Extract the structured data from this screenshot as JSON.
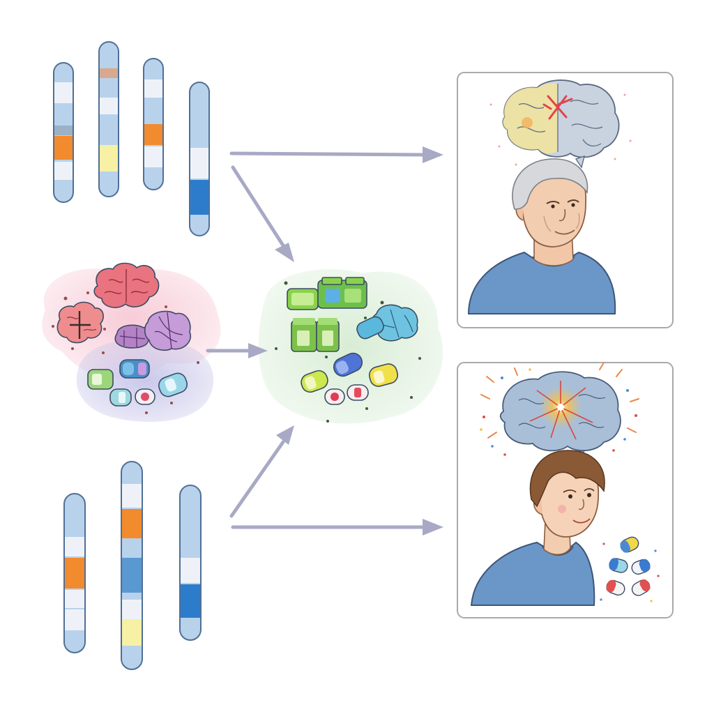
{
  "colors": {
    "background": "#ffffff",
    "panel_border": "#a9a9ad",
    "arrow": "#a8a9c4",
    "chromosome_body": "#b8d2ec",
    "band_orange": "#f28a2e",
    "band_yellow": "#f6f1a4",
    "band_blue": "#2d7ccb",
    "band_peach": "#d9a98f",
    "band_white": "#eef2f8",
    "cluster_pink": "#f7c9d6",
    "cluster_lavender": "#c7c6ea",
    "cluster_green": "#d6ecd3",
    "shirt_blue": "#6b97c8"
  },
  "icons": {
    "chromosome": "chromosome-icon",
    "brain": "brain-icon",
    "pill": "pill-icon",
    "medicine_box": "medicine-box-icon",
    "older_man": "older-man-figure",
    "child": "child-figure"
  },
  "diagram": {
    "nodes": [
      {
        "id": "chromosomes-top",
        "kind": "chromosome-group",
        "count": 4
      },
      {
        "id": "disease-cluster",
        "kind": "cluster",
        "contents": [
          "brain-icon",
          "pill-icon"
        ]
      },
      {
        "id": "drug-cluster",
        "kind": "cluster",
        "contents": [
          "medicine-box-icon",
          "pill-icon"
        ]
      },
      {
        "id": "chromosomes-bottom",
        "kind": "chromosome-group",
        "count": 3
      },
      {
        "id": "older-adult-panel",
        "kind": "panel",
        "contents": [
          "brain-icon",
          "older-man-figure"
        ]
      },
      {
        "id": "child-panel",
        "kind": "panel",
        "contents": [
          "brain-icon",
          "child-figure",
          "pill-icon"
        ]
      }
    ],
    "edges": [
      {
        "from": "chromosomes-top",
        "to": "older-adult-panel"
      },
      {
        "from": "chromosomes-top",
        "to": "drug-cluster"
      },
      {
        "from": "disease-cluster",
        "to": "drug-cluster"
      },
      {
        "from": "chromosomes-bottom",
        "to": "drug-cluster"
      },
      {
        "from": "chromosomes-bottom",
        "to": "child-panel"
      }
    ]
  }
}
